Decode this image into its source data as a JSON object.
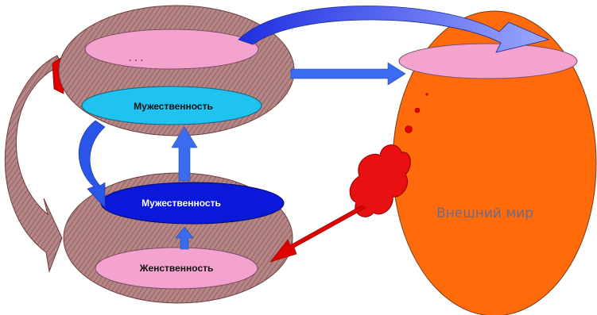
{
  "diagram": {
    "top_ring": {
      "upper_label": "· · ·",
      "lower_label": "Мужественность"
    },
    "bottom_ring": {
      "upper_label": "Мужественность",
      "lower_label": "Женственность"
    },
    "outer_world": {
      "label": "Внешний мир"
    },
    "colors": {
      "ring_fill": "#b07a7a",
      "pink": "#f4a3cf",
      "light_blue": "#1fc3f0",
      "dark_blue": "#0a19d9",
      "world_orange": "#ff6a0b",
      "arrow_blue": "#3b6cf0",
      "arrow_red": "#e00000"
    }
  }
}
